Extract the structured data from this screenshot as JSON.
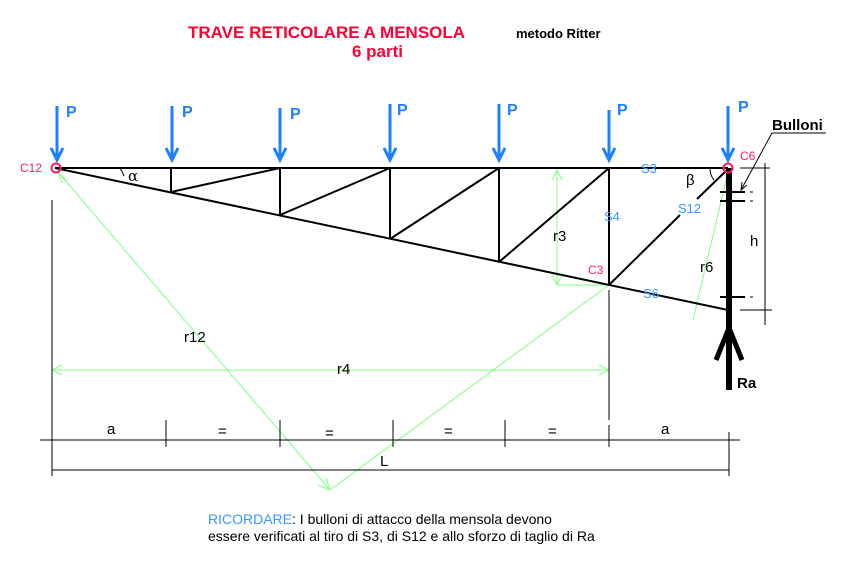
{
  "title": {
    "main": "TRAVE RETICOLARE A MENSOLA",
    "subtitle": "6 parti",
    "method": "metodo Ritter"
  },
  "colors": {
    "title": "#ff0033",
    "load": "#1e7fff",
    "member": "#3399ff",
    "node": "#ff1a66",
    "construction": "#80ff80"
  },
  "loads": {
    "label": "P"
  },
  "nodes": {
    "c12": "C12",
    "c6": "C6",
    "c3": "C3"
  },
  "members": {
    "s3": "S3",
    "s4": "S4",
    "s12": "S12",
    "s6": "S6"
  },
  "angles": {
    "alpha": "α",
    "beta": "β"
  },
  "arms": {
    "r12": "r12",
    "r4": "r4",
    "r3": "r3",
    "r6": "r6"
  },
  "support": {
    "bolts": "Bulloni",
    "height": "h",
    "reaction": "Ra"
  },
  "dimensions": {
    "a1": "a",
    "eq1": "=",
    "eq2": "=",
    "eq3": "=",
    "eq4": "=",
    "a2": "a",
    "L": "L"
  },
  "note": {
    "keyword": "RICORDARE",
    "line1": ": I bulloni di attacco della mensola devono",
    "line2": "essere verificati al tiro di S3, di S12  e allo sforzo di taglio di Ra"
  }
}
